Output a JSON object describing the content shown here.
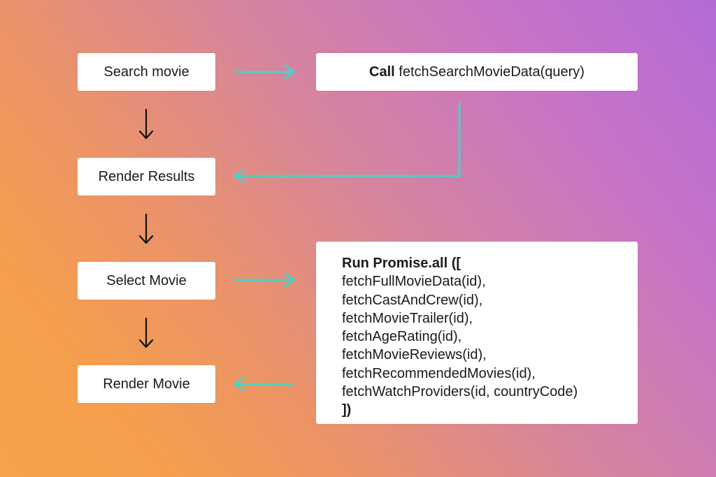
{
  "colors": {
    "arrow_teal": "#46d4c4",
    "arrow_black": "#111111",
    "box_bg": "#ffffff",
    "gradient_start": "#f5a24a",
    "gradient_end": "#b26bd6"
  },
  "steps": {
    "search_movie": "Search movie",
    "render_results": "Render Results",
    "select_movie": "Select Movie",
    "render_movie": "Render Movie"
  },
  "call_box": {
    "keyword": "Call",
    "function": "fetchSearchMovieData(query)"
  },
  "promise_box": {
    "header": "Run Promise.all ([",
    "calls": [
      "fetchFullMovieData(id),",
      "fetchCastAndCrew(id),",
      "fetchMovieTrailer(id),",
      "fetchAgeRating(id),",
      "fetchMovieReviews(id),",
      "fetchRecommendedMovies(id),",
      "fetchWatchProviders(id, countryCode)"
    ],
    "footer": "])"
  }
}
